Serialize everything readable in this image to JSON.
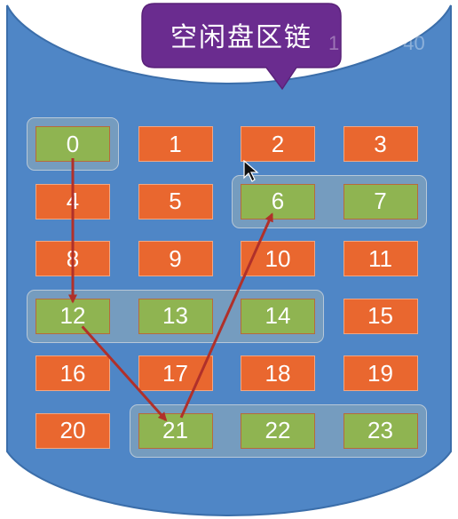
{
  "title": "空闲盘区链",
  "ghost_text": [
    "1",
    "40"
  ],
  "colors": {
    "cylinder": "#4f86c6",
    "cylinder_edge": "#3b6eaa",
    "callout": "#6a2c8f",
    "free_block": "#8fb451",
    "used_block": "#e9672f",
    "arrow": "#b0302a"
  },
  "blocks": [
    {
      "label": "0",
      "state": "free"
    },
    {
      "label": "1",
      "state": "used"
    },
    {
      "label": "2",
      "state": "used"
    },
    {
      "label": "3",
      "state": "used"
    },
    {
      "label": "4",
      "state": "used"
    },
    {
      "label": "5",
      "state": "used"
    },
    {
      "label": "6",
      "state": "free"
    },
    {
      "label": "7",
      "state": "free"
    },
    {
      "label": "8",
      "state": "used"
    },
    {
      "label": "9",
      "state": "used"
    },
    {
      "label": "10",
      "state": "used"
    },
    {
      "label": "11",
      "state": "used"
    },
    {
      "label": "12",
      "state": "free"
    },
    {
      "label": "13",
      "state": "free"
    },
    {
      "label": "14",
      "state": "free"
    },
    {
      "label": "15",
      "state": "used"
    },
    {
      "label": "16",
      "state": "used"
    },
    {
      "label": "17",
      "state": "used"
    },
    {
      "label": "18",
      "state": "used"
    },
    {
      "label": "19",
      "state": "used"
    },
    {
      "label": "20",
      "state": "used"
    },
    {
      "label": "21",
      "state": "free"
    },
    {
      "label": "22",
      "state": "free"
    },
    {
      "label": "23",
      "state": "free"
    }
  ],
  "free_extents": [
    {
      "start": 0,
      "length": 1
    },
    {
      "start": 6,
      "length": 2
    },
    {
      "start": 12,
      "length": 3
    },
    {
      "start": 21,
      "length": 3
    }
  ],
  "chain_links": [
    {
      "from": 0,
      "to": 12
    },
    {
      "from": 12,
      "to": 21
    },
    {
      "from": 21,
      "to": 6
    }
  ]
}
